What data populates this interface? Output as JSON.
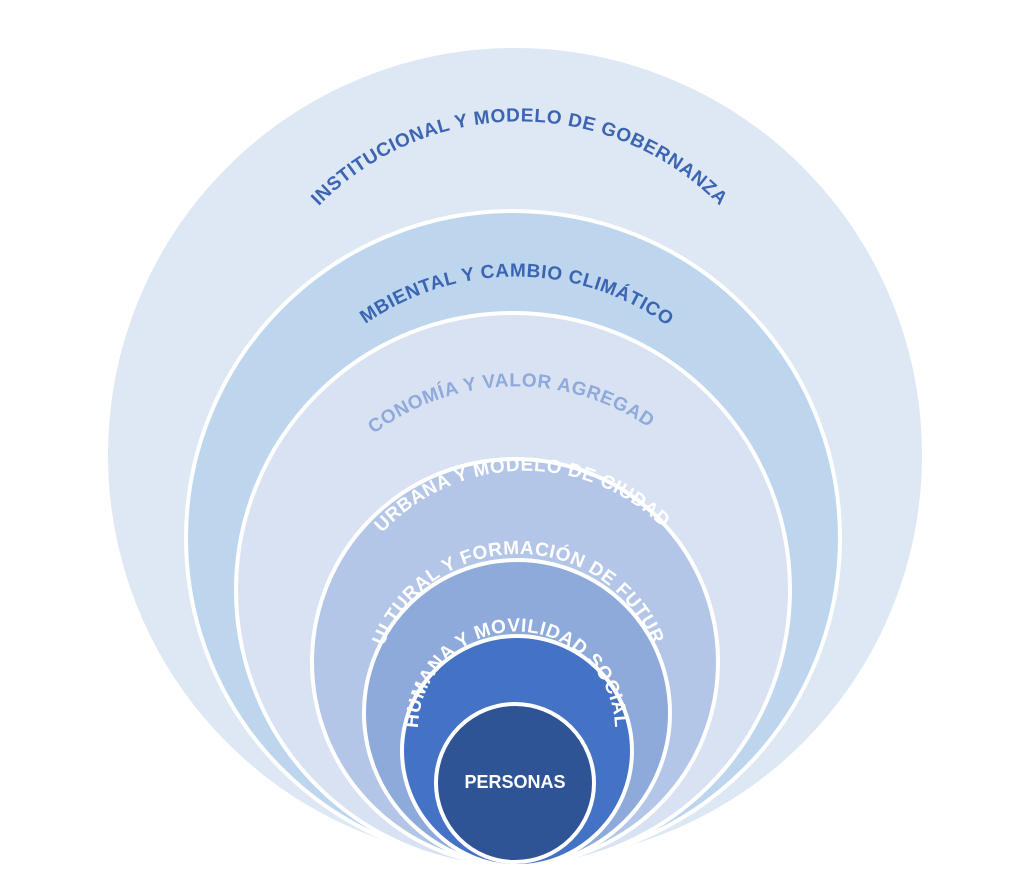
{
  "diagram": {
    "layers": [
      {
        "label": "INSTITUCIONAL Y MODELO DE GOBERNANZA",
        "fill": "#dde8f4",
        "text_color": "#3b64b3"
      },
      {
        "label": "AMBIENTAL Y CAMBIO CLIMÁTICO",
        "fill": "#bdd6ee",
        "text_color": "#3b64b3"
      },
      {
        "label": "ECONOMÍA Y VALOR AGREGADO",
        "fill": "#d9e2f3",
        "text_color": "#8eaadb"
      },
      {
        "label": "URBANA Y MODELO DE CIUDAD",
        "fill": "#b4c6e7",
        "text_color": "#ffffff"
      },
      {
        "label": "CULTURAL Y FORMACIÓN DE FUTURO",
        "fill": "#8eaadb",
        "text_color": "#ffffff"
      },
      {
        "label": "HUMANA Y MOVILIDAD SOCIAL",
        "fill": "#4472c4",
        "text_color": "#ffffff"
      }
    ],
    "core": {
      "label": "PERSONAS",
      "fill": "#2f5496",
      "text_color": "#ffffff"
    },
    "border_color": "#ffffff"
  }
}
